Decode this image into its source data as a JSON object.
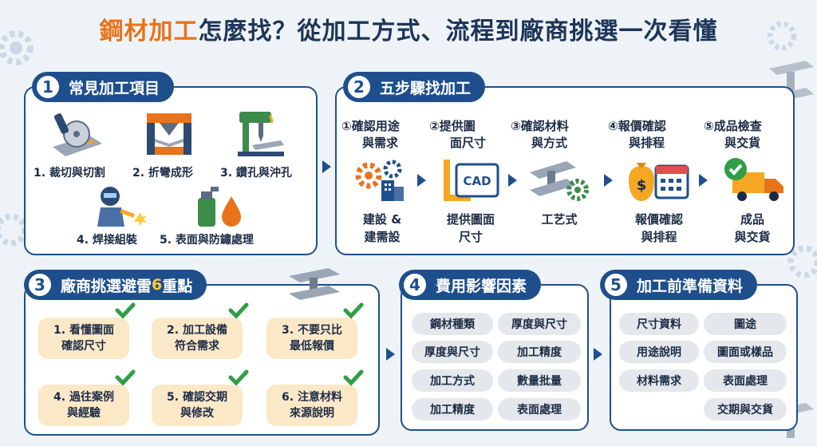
{
  "title_accent": "鋼材加工",
  "title_rest": "怎麼找？從加工方式、流程到廠商挑選一次看懂",
  "sec1": {
    "num": "1",
    "label": "常見加工項目",
    "items": [
      "1. 裁切與切割",
      "2. 折彎成形",
      "3. 鑽孔與沖孔",
      "4. 焊接組裝",
      "5. 表面與防鏽處理"
    ]
  },
  "sec2": {
    "num": "2",
    "label": "五步驟找加工",
    "steps": [
      {
        "n": "①",
        "l1": "確認用途",
        "l2": "與需求",
        "b1": "建設 &",
        "b2": "建需設"
      },
      {
        "n": "②",
        "l1": "提供圖",
        "l2": "面尺寸",
        "b1": "提供圖面",
        "b2": "尺寸"
      },
      {
        "n": "③",
        "l1": "確認材料",
        "l2": "與方式",
        "b1": "工艺式",
        "b2": ""
      },
      {
        "n": "④",
        "l1": "報價確認",
        "l2": "與排程",
        "b1": "報價確認",
        "b2": "與排程"
      },
      {
        "n": "⑤",
        "l1": "成品檢查",
        "l2": "與交貨",
        "b1": "成品",
        "b2": "與交貨"
      }
    ],
    "cad_text": "CAD"
  },
  "sec3": {
    "num": "3",
    "label_a": "廠商挑選避雷 ",
    "label_hl": "6",
    "label_b": " 重點",
    "cards": [
      {
        "l1": "1. 看懂圖面",
        "l2": "確認尺寸"
      },
      {
        "l1": "2. 加工設備",
        "l2": "符合需求"
      },
      {
        "l1": "3. 不要只比",
        "l2": "最低報價"
      },
      {
        "l1": "4. 過往案例",
        "l2": "與經驗"
      },
      {
        "l1": "5. 確認交期",
        "l2": "與修改"
      },
      {
        "l1": "6. 注意材料",
        "l2": "來源說明"
      }
    ]
  },
  "sec4": {
    "num": "4",
    "label": "費用影響因素",
    "pills": [
      "鋼材種類",
      "厚度與尺寸",
      "厚度與尺寸",
      "加工精度",
      "加工方式",
      "數量批量",
      "加工精度",
      "表面處理"
    ]
  },
  "sec5": {
    "num": "5",
    "label": "加工前準備資料",
    "pills": [
      "尺寸資料",
      "圖途",
      "用途說明",
      "圖面或樣品",
      "材料需求",
      "表面處理",
      "交期與交貨"
    ]
  },
  "colors": {
    "navy": "#1e4f8c",
    "orange": "#e8731a",
    "card": "#fbe8c7",
    "check": "#2f9e44"
  }
}
